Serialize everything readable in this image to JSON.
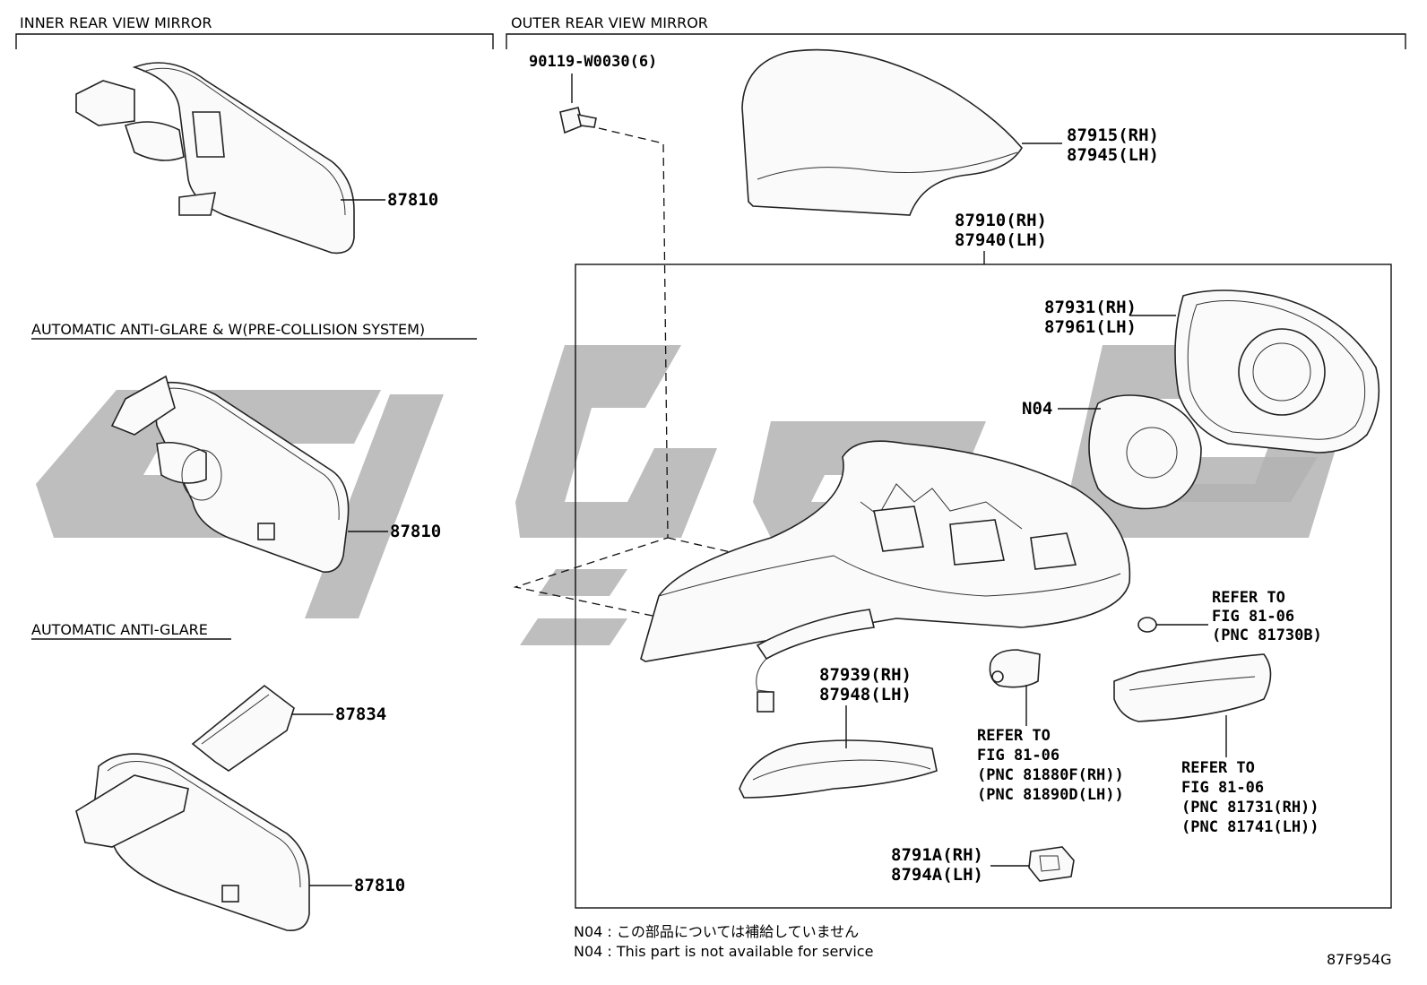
{
  "sections": {
    "inner": "INNER REAR VIEW MIRROR",
    "outer": "OUTER REAR VIEW MIRROR",
    "auto_w": "AUTOMATIC ANTI-GLARE & W(PRE-COLLISION SYSTEM)",
    "auto": "AUTOMATIC ANTI-GLARE"
  },
  "parts": {
    "inner_mirror_1": "87810",
    "inner_mirror_2": "87810",
    "inner_mirror_3": "87810",
    "cover_87834": "87834",
    "screw": "90119-W0030(6)",
    "cap_rh": "87915(RH)",
    "cap_lh": "87945(LH)",
    "assy_rh": "87910(RH)",
    "assy_lh": "87940(LH)",
    "glass_rh": "87931(RH)",
    "glass_lh": "87961(LH)",
    "n04": "N04",
    "lower_rh": "87939(RH)",
    "lower_lh": "87948(LH)",
    "small_rh": "8791A(RH)",
    "small_lh": "8794A(LH)"
  },
  "refs": {
    "ref_a": [
      "REFER TO",
      "FIG 81-06",
      "(PNC 81730B)"
    ],
    "ref_b": [
      "REFER TO",
      "FIG 81-06",
      "(PNC 81880F(RH))",
      "(PNC 81890D(LH))"
    ],
    "ref_c": [
      "REFER TO",
      "FIG 81-06",
      "(PNC 81731(RH))",
      "(PNC 81741(LH))"
    ]
  },
  "notes": {
    "jp": "N04 : この部品については補給していません",
    "en": "N04 : This part is not available for service"
  },
  "figure_id": "87F954G"
}
